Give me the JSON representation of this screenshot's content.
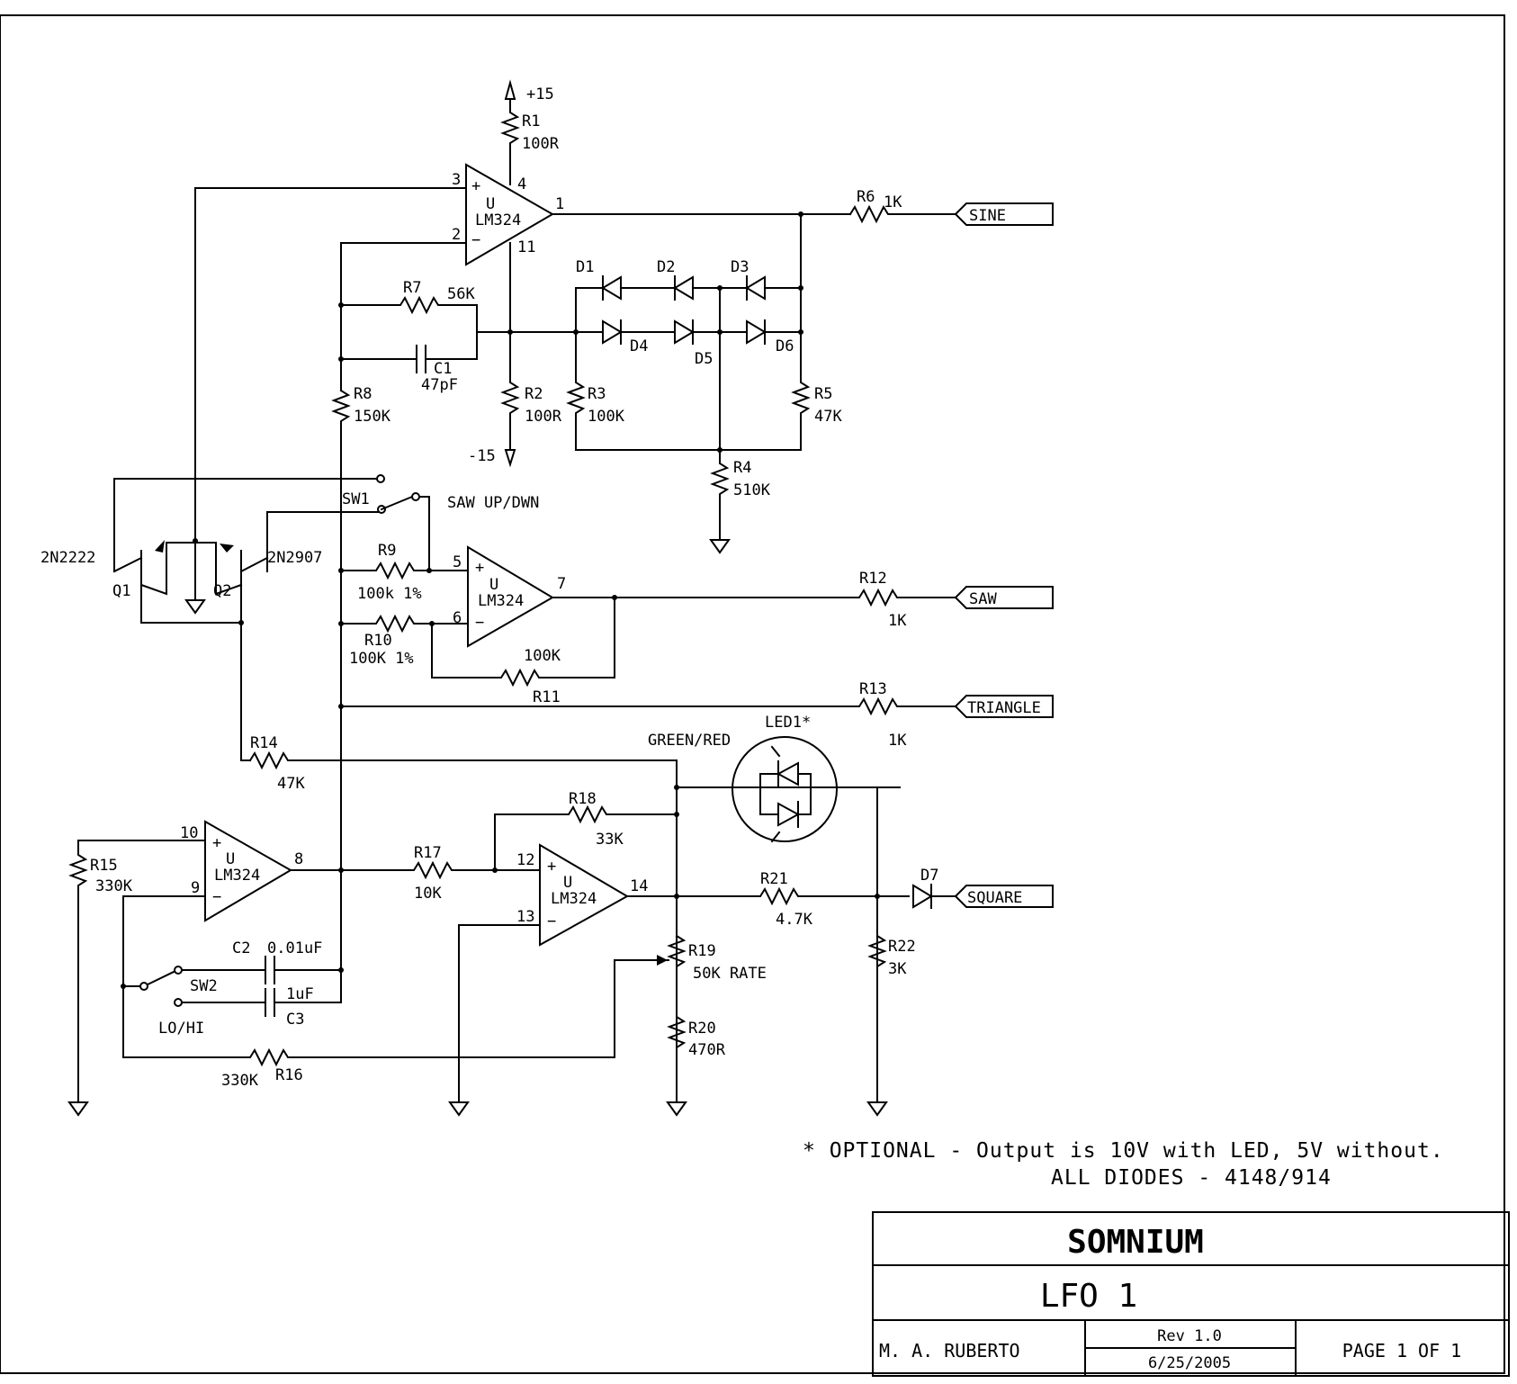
{
  "labels": {
    "vpos": "+15",
    "vneg": "-15",
    "r1": "R1",
    "r1v": "100R",
    "u_top": "U",
    "u_top_part": "LM324",
    "p3": "3",
    "p2": "2",
    "p4": "4",
    "p11": "11",
    "p1": "1",
    "r6": "R6",
    "r6v": "1K",
    "r7": "R7",
    "r7v": "56K",
    "c1": "C1",
    "c1v": "47pF",
    "r2": "R2",
    "r2v": "100R",
    "r3": "R3",
    "r3v": "100K",
    "r8": "R8",
    "r8v": "150K",
    "d1": "D1",
    "d2": "D2",
    "d3": "D3",
    "d4": "D4",
    "d5": "D5",
    "d6": "D6",
    "r5": "R5",
    "r5v": "47K",
    "r4": "R4",
    "r4v": "510K",
    "sw1": "SW1",
    "sw1_desc": "SAW UP/DWN",
    "q1_part": "2N2222",
    "q1": "Q1",
    "q2_part": "2N2907",
    "q2": "Q2",
    "r9": "R9",
    "r9v": "100k 1%",
    "r10": "R10",
    "r10v": "100K 1%",
    "u_mid": "U",
    "u_mid_part": "LM324",
    "p5": "5",
    "p6": "6",
    "p7": "7",
    "r11": "R11",
    "r11v": "100K",
    "r12": "R12",
    "r12v": "1K",
    "r13": "R13",
    "r13v": "1K",
    "led": "LED1*",
    "led_desc": "GREEN/RED",
    "r14": "R14",
    "r14v": "47K",
    "r18": "R18",
    "r18v": "33K",
    "r15": "R15",
    "r15v": "330K",
    "u_bl": "U",
    "u_bl_part": "LM324",
    "p10": "10",
    "p9": "9",
    "p8": "8",
    "r17": "R17",
    "r17v": "10K",
    "u_br": "U",
    "u_br_part": "LM324",
    "p12": "12",
    "p13": "13",
    "p14": "14",
    "r21": "R21",
    "r21v": "4.7K",
    "d7": "D7",
    "r22": "R22",
    "r22v": "3K",
    "r19": "R19",
    "r19v": "50K RATE",
    "r20": "R20",
    "r20v": "470R",
    "c2": "C2",
    "c2v": "0.01uF",
    "c3": "C3",
    "c3v": "1uF",
    "sw2": "SW2",
    "sw2_desc": "LO/HI",
    "r16": "R16",
    "r16v": "330K"
  },
  "outputs": {
    "sine": "SINE",
    "saw": "SAW",
    "triangle": "TRIANGLE",
    "square": "SQUARE"
  },
  "notes": {
    "optional": "* OPTIONAL - Output is 10V with LED, 5V without.",
    "diodes": "ALL DIODES - 4148/914"
  },
  "title_block": {
    "company": "SOMNIUM",
    "title": "LFO 1",
    "author": "M. A. RUBERTO",
    "rev": "Rev 1.0",
    "date": "6/25/2005",
    "page": "PAGE 1 OF 1"
  }
}
